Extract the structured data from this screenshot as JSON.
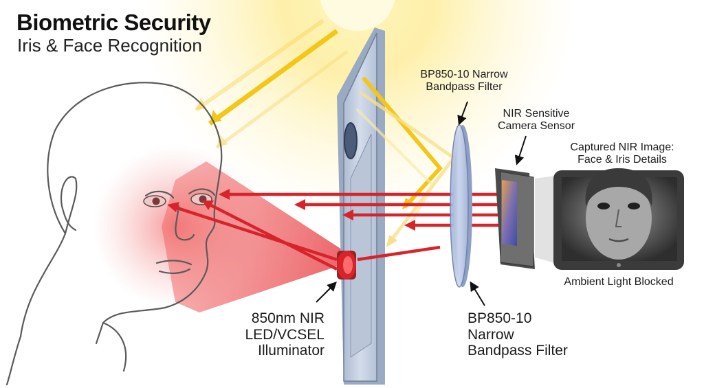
{
  "header": {
    "title": "Biometric Security",
    "subtitle": "Iris & Face Recognition"
  },
  "labels": {
    "filter_top": [
      "BP850-10 Narrow",
      "Bandpass Filter"
    ],
    "camera_sensor": [
      "NIR Sensitive",
      "Camera Sensor"
    ],
    "captured_image": [
      "Captured NIR Image:",
      "Face & Iris Details"
    ],
    "ambient_blocked": "Ambient Light Blocked",
    "illuminator": [
      "850nm NIR",
      "LED/VCSEL",
      "Illuminator"
    ],
    "filter_bottom": [
      "BP850-10",
      "Narrow",
      "Bandpass Filter"
    ]
  },
  "colors": {
    "nir_red": "#d8232a",
    "sun_yellow": "#f3c61a",
    "panel_blue": "#c3cfe0",
    "filter_blue": "#b9c6e2",
    "monitor_frame": "#3b3b3b"
  }
}
